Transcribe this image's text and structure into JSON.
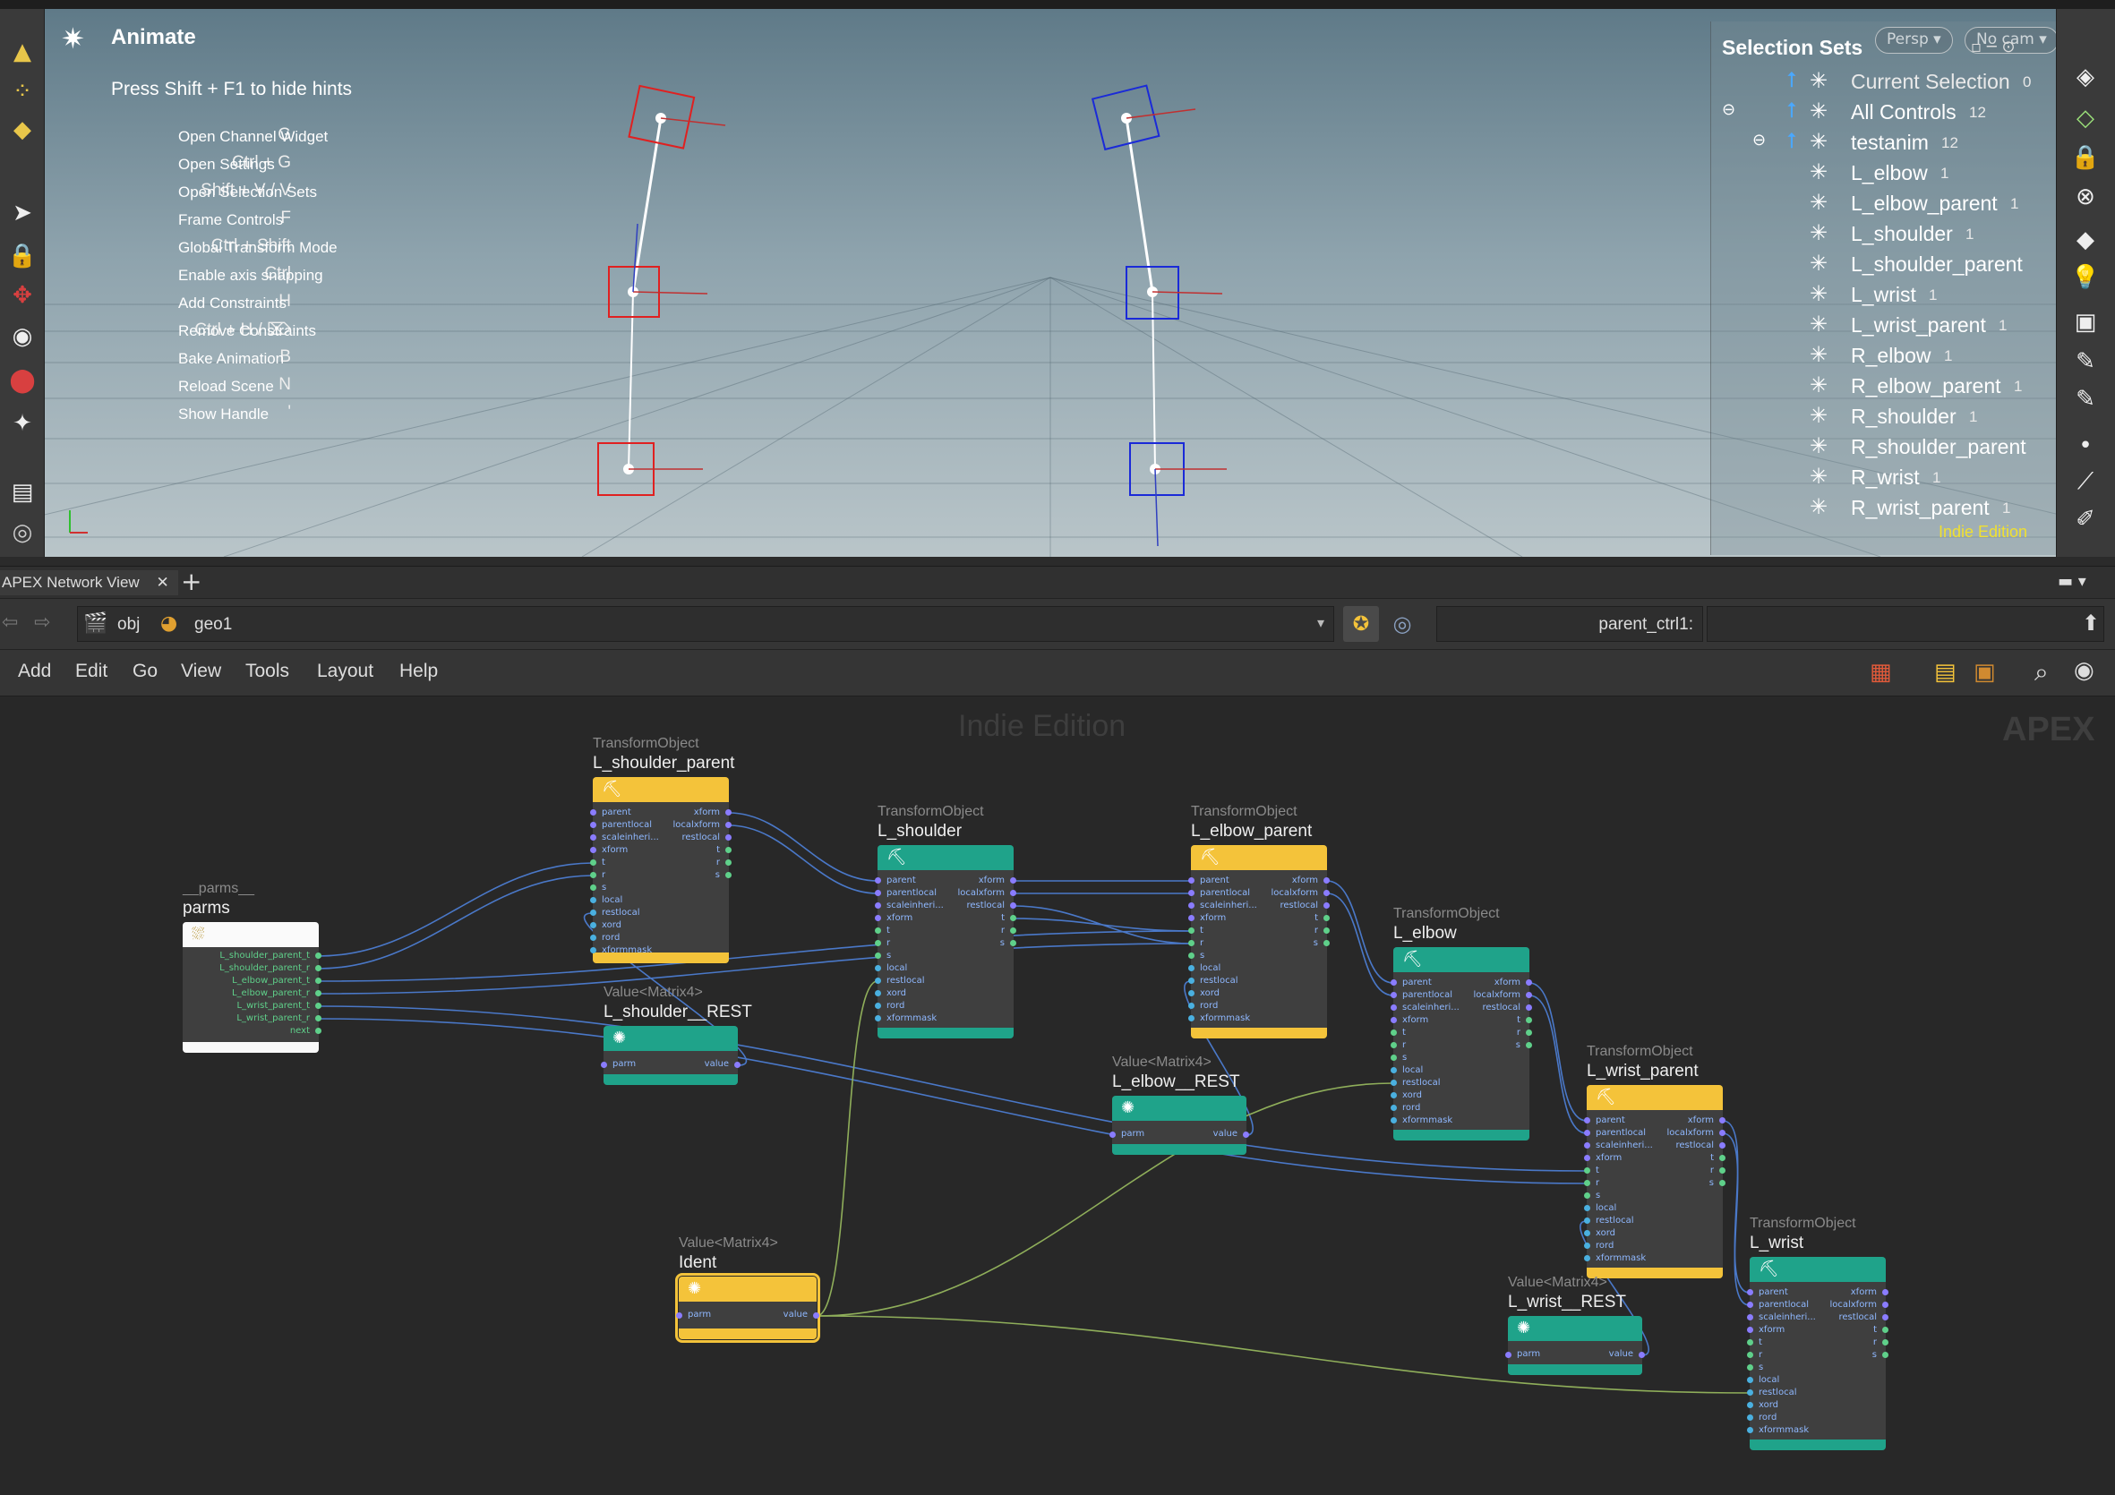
{
  "viewport": {
    "title": "Animate",
    "hide_hint": "Press Shift + F1 to hide hints",
    "hints": [
      {
        "key": "G",
        "label": "Open Channel Widget"
      },
      {
        "key": "Ctrl + G",
        "label": "Open Settings"
      },
      {
        "key": "Shift + V / V",
        "label": "Open Selection Sets"
      },
      {
        "key": "F",
        "label": "Frame Controls"
      },
      {
        "key": "Ctrl + Shift",
        "label": "Global Transform Mode"
      },
      {
        "key": "Ctrl",
        "label": "Enable axis snapping"
      },
      {
        "key": "H",
        "label": "Add Constraints"
      },
      {
        "key": "Ctrl + H / ⌦",
        "label": "Remove Constraints"
      },
      {
        "key": "B",
        "label": "Bake Animation"
      },
      {
        "key": "N",
        "label": "Reload Scene"
      },
      {
        "key": "'",
        "label": "Show Handle"
      }
    ],
    "persp_label": "Persp",
    "cam_label": "No cam",
    "watermark": "Indie Edition",
    "colors": {
      "left_rig": "#e02020",
      "right_rig": "#1a2ad8",
      "bone": "#ffffff"
    }
  },
  "selection_sets": {
    "title": "Selection Sets",
    "items": [
      {
        "label": "Current Selection",
        "count": "0"
      },
      {
        "label": "All Controls",
        "count": "12"
      },
      {
        "label": "testanim",
        "count": "12"
      },
      {
        "label": "L_elbow",
        "count": "1"
      },
      {
        "label": "L_elbow_parent",
        "count": "1"
      },
      {
        "label": "L_shoulder",
        "count": "1"
      },
      {
        "label": "L_shoulder_parent",
        "count": ""
      },
      {
        "label": "L_wrist",
        "count": "1"
      },
      {
        "label": "L_wrist_parent",
        "count": "1"
      },
      {
        "label": "R_elbow",
        "count": "1"
      },
      {
        "label": "R_elbow_parent",
        "count": "1"
      },
      {
        "label": "R_shoulder",
        "count": "1"
      },
      {
        "label": "R_shoulder_parent",
        "count": ""
      },
      {
        "label": "R_wrist",
        "count": "1"
      },
      {
        "label": "R_wrist_parent",
        "count": "1"
      }
    ]
  },
  "network": {
    "tab_label": "APEX Network View",
    "path": {
      "obj": "obj",
      "geo": "geo1"
    },
    "parm_field": "parent_ctrl1:",
    "menu": [
      "Add",
      "Edit",
      "Go",
      "View",
      "Tools",
      "Layout",
      "Help"
    ],
    "watermark": "Indie Edition",
    "badge": "APEX",
    "transform_inputs": [
      "parent",
      "parentlocal",
      "scaleinheri...",
      "xform",
      "t",
      "r",
      "s",
      "local",
      "restlocal",
      "xord",
      "rord",
      "xformmask"
    ],
    "transform_outputs": [
      "xform",
      "localxform",
      "restlocal",
      "t",
      "r",
      "s"
    ],
    "value_inputs": [
      "parm"
    ],
    "value_outputs": [
      "value"
    ],
    "parms_outputs": [
      "L_shoulder_parent_t",
      "L_shoulder_parent_r",
      "L_elbow_parent_t",
      "L_elbow_parent_r",
      "L_wrist_parent_t",
      "L_wrist_parent_r",
      "next"
    ],
    "nodes": {
      "parms": {
        "type": "__parms__",
        "name": "parms"
      },
      "l_shoulder_parent": {
        "type": "TransformObject",
        "name": "L_shoulder_parent"
      },
      "l_shoulder_rest": {
        "type": "Value<Matrix4>",
        "name": "L_shoulder__REST"
      },
      "l_shoulder": {
        "type": "TransformObject",
        "name": "L_shoulder"
      },
      "l_elbow_parent": {
        "type": "TransformObject",
        "name": "L_elbow_parent"
      },
      "l_elbow_rest": {
        "type": "Value<Matrix4>",
        "name": "L_elbow__REST"
      },
      "l_elbow": {
        "type": "TransformObject",
        "name": "L_elbow"
      },
      "l_wrist_parent": {
        "type": "TransformObject",
        "name": "L_wrist_parent"
      },
      "l_wrist_rest": {
        "type": "Value<Matrix4>",
        "name": "L_wrist__REST"
      },
      "l_wrist": {
        "type": "TransformObject",
        "name": "L_wrist"
      },
      "ident": {
        "type": "Value<Matrix4>",
        "name": "Ident"
      }
    },
    "colors": {
      "parent_node": "#f4c33a",
      "object_node": "#1fa38a",
      "wire_blue": "#4a78c8",
      "wire_green": "#8fae5a"
    }
  }
}
